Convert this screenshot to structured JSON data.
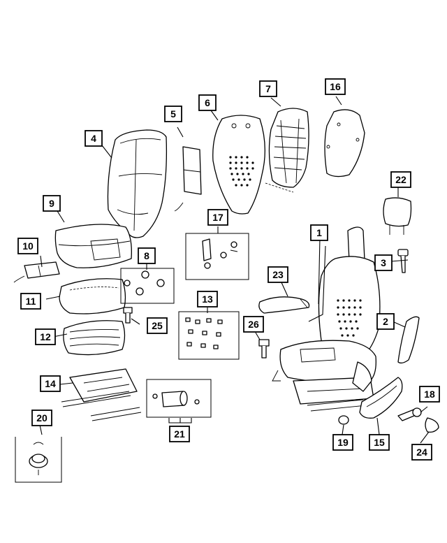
{
  "callouts": [
    {
      "id": "c1",
      "label": "1"
    },
    {
      "id": "c2",
      "label": "2"
    },
    {
      "id": "c3",
      "label": "3"
    },
    {
      "id": "c4",
      "label": "4"
    },
    {
      "id": "c5",
      "label": "5"
    },
    {
      "id": "c6",
      "label": "6"
    },
    {
      "id": "c7",
      "label": "7"
    },
    {
      "id": "c8",
      "label": "8"
    },
    {
      "id": "c9",
      "label": "9"
    },
    {
      "id": "c10",
      "label": "10"
    },
    {
      "id": "c11",
      "label": "11"
    },
    {
      "id": "c12",
      "label": "12"
    },
    {
      "id": "c13",
      "label": "13"
    },
    {
      "id": "c14",
      "label": "14"
    },
    {
      "id": "c15",
      "label": "15"
    },
    {
      "id": "c16",
      "label": "16"
    },
    {
      "id": "c17",
      "label": "17"
    },
    {
      "id": "c18",
      "label": "18"
    },
    {
      "id": "c19",
      "label": "19"
    },
    {
      "id": "c20",
      "label": "20"
    },
    {
      "id": "c21",
      "label": "21"
    },
    {
      "id": "c22",
      "label": "22"
    },
    {
      "id": "c23",
      "label": "23"
    },
    {
      "id": "c24",
      "label": "24"
    },
    {
      "id": "c25",
      "label": "25"
    },
    {
      "id": "c26",
      "label": "26"
    }
  ],
  "colors": {
    "ink": "#000000",
    "paper": "#ffffff"
  }
}
